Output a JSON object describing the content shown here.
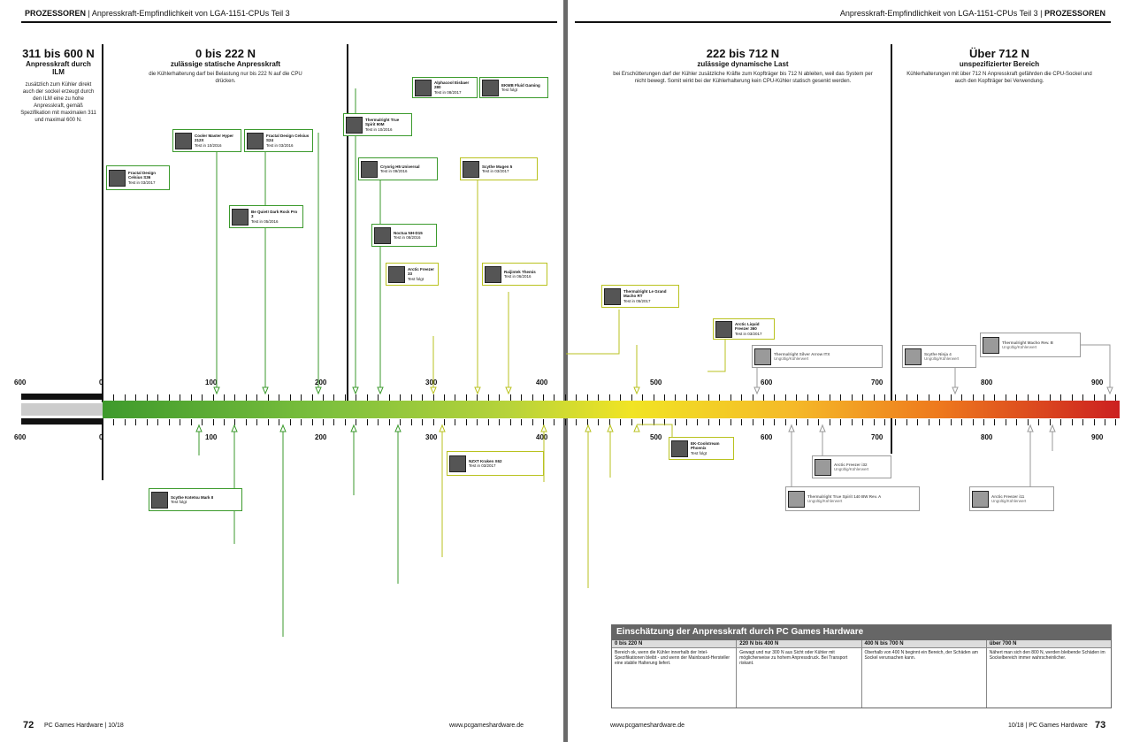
{
  "header": {
    "left_section": "PROZESSOREN",
    "left_title": "Anpresskraft-Empfindlichkeit von LGA-1151-CPUs Teil 3",
    "right_title": "Anpresskraft-Empfindlichkeit von LGA-1151-CPUs Teil 3",
    "right_section": "PROZESSOREN"
  },
  "zones": [
    {
      "title": "311 bis 600 N",
      "subtitle": "Anpresskraft durch ILM",
      "desc": "zusätzlich zum Kühler direkt auch der sockel erzeugt durch den ILM eine zu hohe Anpresskraft, gemäß Spezifikation mit maximalen 311 und maximal 600 N."
    },
    {
      "title": "0 bis 222 N",
      "subtitle": "zulässige statische Anpresskraft",
      "desc": "die Kühlerhalterung darf bei Belastung nur bis 222 N auf die CPU drücken."
    },
    {
      "title": "222 bis 712 N",
      "subtitle": "zulässige dynamische Last",
      "desc": "bei Erschütterungen darf der Kühler zusätzliche Kräfte zum Kopfträger bis 712 N ableiten, weil das System per nicht bewegt. Somit wirkt bei der Kühlerhalterung kein CPU-Kühler statisch gesenkt werden."
    },
    {
      "title": "Über 712 N",
      "subtitle": "unspezifizierter Bereich",
      "desc": "Kühlerhalterungen mit über 712 N Anpresskraft gefährden die CPU-Sockel und auch den Kopfträger bei Verwendung."
    }
  ],
  "scale": {
    "top": [
      "600",
      "0",
      "100",
      "200",
      "300",
      "400",
      "500",
      "600",
      "700",
      "800",
      "900"
    ],
    "bottom": [
      "600",
      "0",
      "100",
      "200",
      "300",
      "400",
      "500",
      "600",
      "700",
      "800",
      "900"
    ]
  },
  "coolers": [
    {
      "name": "Cooler Master Hyper 212X",
      "note": "Test in 10/2016"
    },
    {
      "name": "Fractal Design Celsius S24",
      "note": "Test in 03/2016"
    },
    {
      "name": "Fractal Design Celsius S36",
      "note": "Test in 03/2017"
    },
    {
      "name": "Thermalright True Spirit 90M",
      "note": "Test in 10/2016"
    },
    {
      "name": "Alphacool Eisbaer 280",
      "note": "Test in 08/2017"
    },
    {
      "name": "EKWB Fluid Gaming",
      "note": "Test folgt"
    },
    {
      "name": "Be Quiet! Dark Rock Pro 3",
      "note": "Test in 05/2016"
    },
    {
      "name": "Cryorig H5 Universal",
      "note": "Test in 09/2016"
    },
    {
      "name": "Noctua NH-D15",
      "note": "Test in 08/2016"
    },
    {
      "name": "Scythe Mugen 5",
      "note": "Test in 03/2017"
    },
    {
      "name": "Arctic Freezer 33",
      "note": "Test folgt"
    },
    {
      "name": "Raijintek Themis",
      "note": "Test in 06/2016"
    },
    {
      "name": "Thermalright Le Grand Macho RT",
      "note": "Test in 05/2017"
    },
    {
      "name": "Arctic Liquid Freezer 360",
      "note": "Test in 03/2017"
    },
    {
      "name": "Thermalright Silver Arrow ITX",
      "note": "Ungültig/Kühlerwert"
    },
    {
      "name": "Scythe Ninja 4",
      "note": "Ungültig/Kühlerwert"
    },
    {
      "name": "Thermalright Macho Rev. B",
      "note": "Ungültig/Kühlerwert"
    },
    {
      "name": "Arctic Freezer i32",
      "note": "Ungültig/Kühlerwert"
    },
    {
      "name": "Thermalright True Spirit 140 BW Rev. A",
      "note": "Ungültig/Kühlerwert"
    },
    {
      "name": "Arctic Freezer i11",
      "note": "Ungültig/Kühlerwert"
    },
    {
      "name": "Scythe Kotetsu Mark II",
      "note": "Test folgt"
    },
    {
      "name": "NZXT Kraken X62",
      "note": "Test in 03/2017"
    },
    {
      "name": "EK-Coolstream Phoenix",
      "note": "Test folgt"
    }
  ],
  "table": {
    "title": "Einschätzung der Anpresskraft durch PC Games Hardware",
    "columns": [
      {
        "head": "0 bis 220 N",
        "text": "Bereich ok, wenn die Kühler innerhalb der Intel-Spezifikationen bleibt - und wenn der Mainboard-Hersteller eine stabile Halterung liefert."
      },
      {
        "head": "220 N bis 400 N",
        "text": "Gewagt und nur 300 N aus Sicht oder Kühler mit möglicherweise zu hohem Anpressdruck. Bei Transport riskant."
      },
      {
        "head": "400 N bis 700 N",
        "text": "Oberhalb von 400 N beginnt ein Bereich, der Schäden am Sockel verursachen kann."
      },
      {
        "head": "über 700 N",
        "text": "Nähert man sich den 800 N, werden bleibende Schäden im Sockelbereich immer wahrscheinlicher."
      }
    ]
  },
  "footer": {
    "left_num": "72",
    "left_text": "PC Games Hardware | 10/18",
    "left_url": "www.pcgameshardware.de",
    "right_url": "www.pcgameshardware.de",
    "right_text": "10/18 | PC Games Hardware",
    "right_num": "73"
  }
}
